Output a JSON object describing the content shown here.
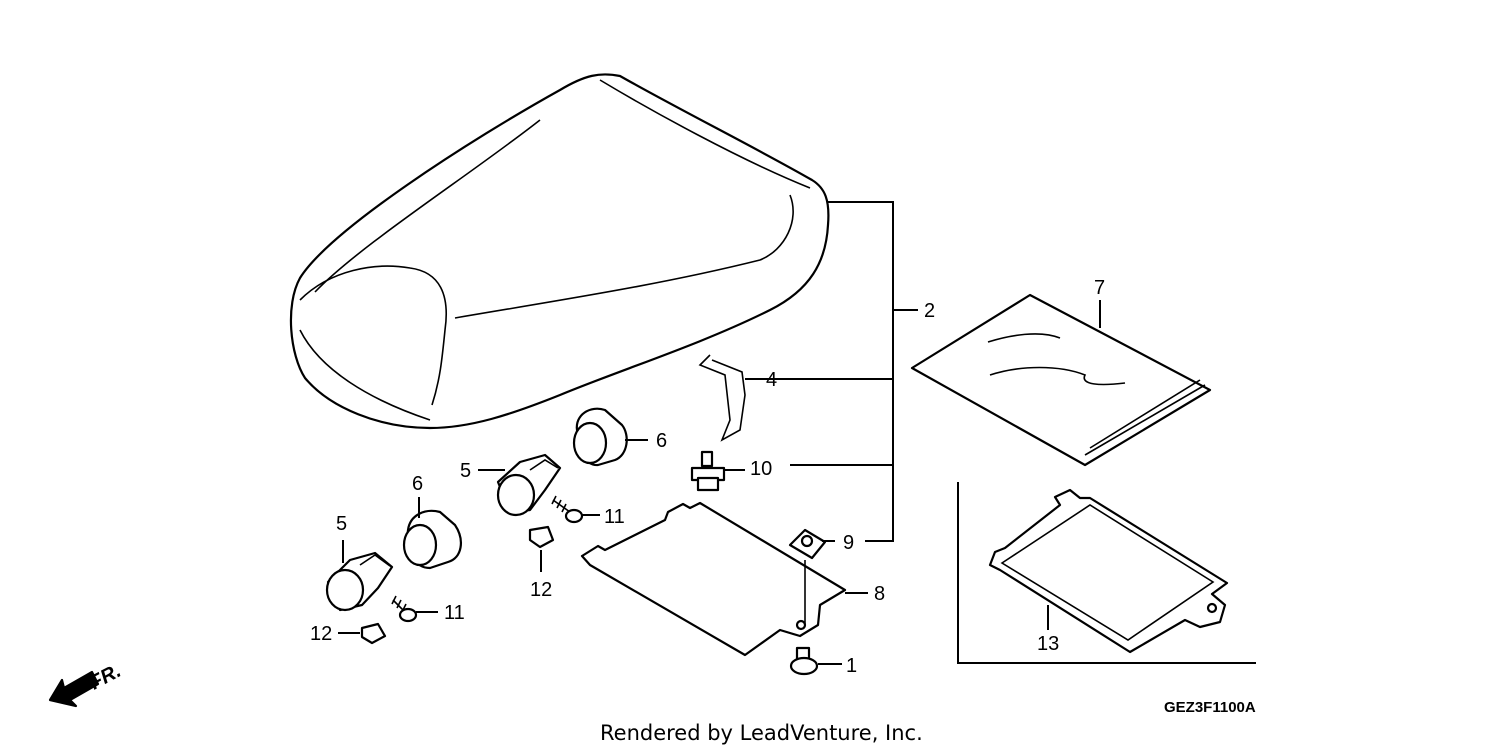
{
  "diagram": {
    "callouts": {
      "c1": "1",
      "c2": "2",
      "c4": "4",
      "c5a": "5",
      "c5b": "5",
      "c6a": "6",
      "c6b": "6",
      "c7": "7",
      "c8": "8",
      "c9": "9",
      "c10": "10",
      "c11a": "11",
      "c11b": "11",
      "c12a": "12",
      "c12b": "12",
      "c13": "13"
    },
    "diagram_code": "GEZ3F1100A",
    "direction_label": "FR.",
    "footer": "Rendered by LeadVenture, Inc."
  }
}
